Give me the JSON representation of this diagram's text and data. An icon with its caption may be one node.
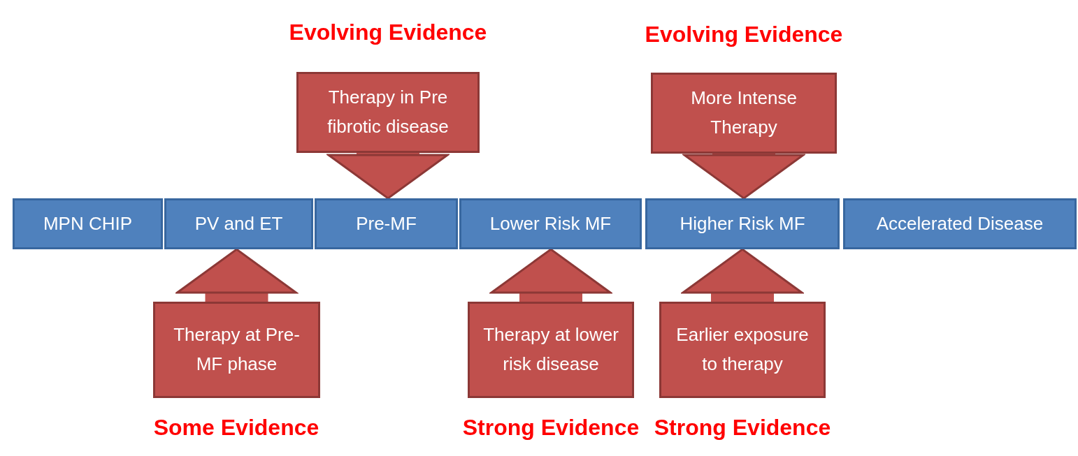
{
  "diagram": {
    "nodes": [
      {
        "text": [
          "Therapy in Pre fibrotic disease"
        ],
        "beside": [
          "Evolving Evidence"
        ]
      },
      {
        "text": [
          "More Intense Therapy"
        ],
        "beside": [
          "Evolving Evidence"
        ]
      },
      {
        "text": [
          "MPN CHIP"
        ]
      },
      {
        "text": [
          "PV and ET"
        ]
      },
      {
        "text": [
          "Pre-MF"
        ]
      },
      {
        "text": [
          "Lower Risk MF"
        ]
      },
      {
        "text": [
          "Higher Risk MF"
        ]
      },
      {
        "text": [
          "Accelerated Disease"
        ]
      },
      {
        "text": [
          "Therapy at Pre-MF phase"
        ],
        "beside": [
          "Some Evidence"
        ]
      },
      {
        "text": [
          "Therapy at lower risk disease"
        ],
        "beside": [
          "Strong Evidence"
        ]
      },
      {
        "text": [
          "Earlier exposure to therapy"
        ],
        "beside": [
          "Strong Evidence"
        ]
      }
    ],
    "edges": [
      {
        "from": 0,
        "to": 4,
        "arrow": "to"
      },
      {
        "from": 1,
        "to": 6,
        "arrow": "to"
      },
      {
        "from": 8,
        "to": 3,
        "arrow": "to"
      },
      {
        "from": 9,
        "to": 5,
        "arrow": "to"
      },
      {
        "from": 10,
        "to": 6,
        "arrow": "to"
      }
    ]
  }
}
